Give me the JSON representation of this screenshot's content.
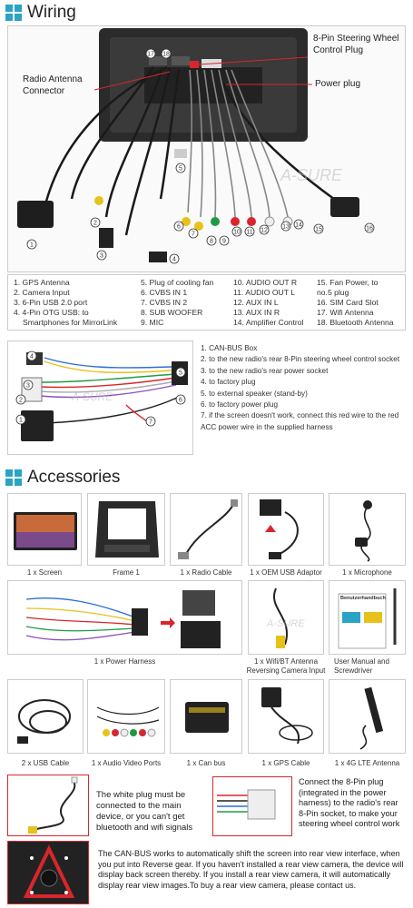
{
  "wiring": {
    "title": "Wiring",
    "labels": {
      "steering": "8-Pin Steering Wheel Control Plug",
      "antenna": "Radio Antenna Connector",
      "power": "Power plug"
    },
    "legend": [
      [
        "1. GPS Antenna",
        "2. Camera Input",
        "3. 6-Pin USB 2.0 port",
        "4. 4-Pin OTG USB: to",
        "Smartphones for MirrorLink"
      ],
      [
        "5. Plug of cooling fan",
        "6. CVBS IN 1",
        "7. CVBS IN 2",
        "8. SUB WOOFER",
        "9. MIC"
      ],
      [
        "10. AUDIO OUT R",
        "11. AUDIO OUT L",
        "12. AUX IN L",
        "13. AUX IN R",
        "14. Amplifier Control"
      ],
      [
        "15. Fan Power, to",
        "no.5 plug",
        "16. SIM Card Slot",
        "17. Wifi Antenna",
        "18. Bluetooth Antenna"
      ]
    ]
  },
  "harness_notes": [
    "1. CAN-BUS Box",
    "2. to the new radio's rear 8-Pin steering wheel control socket",
    "3. to the new radio's rear power socket",
    "4. to factory plug",
    "5. to external speaker (stand-by)",
    "6. to factory power plug",
    "7. if the screen doesn't work, connect this red wire to the red ACC power wire in the supplied harness"
  ],
  "accessories": {
    "title": "Accessories",
    "items": {
      "screen": "1 x Screen",
      "frame": "Frame 1",
      "radio_cable": "1 x Radio Cable",
      "usb_adaptor": "1 x OEM USB Adaptor",
      "microphone": "1 x Microphone",
      "power_harness": "1 x Power Harness",
      "wifi_bt": "1 x Wifi/BT Antenna",
      "reversing": "Reversing Camera Input",
      "manual": "User Manual and Screwdriver",
      "usb_cable": "2 x USB Cable",
      "av_ports": "1 x Audio Video Ports",
      "canbus": "1 x Can bus",
      "gps_cable": "1 x GPS Cable",
      "lte": "1 x 4G LTE Antenna"
    },
    "manual_book_text": "Benutzerhandbuch"
  },
  "notes": {
    "white_plug": "The white plug must be connected to the main device, or you can't get bluetooth and wifi signals",
    "connect_8pin": "Connect the 8-Pin plug (integrated in the power harness) to the radio's rear 8-Pin socket, to make your steering wheel control work",
    "canbus_reverse": "The CAN-BUS works to automatically shift the screen into rear view interface, when you put into Reverse gear. If you haven't installed a rear view camera, the device will display back screen thereby. If you install a rear view camera, it will automatically display rear view images.To buy a rear view camera, please contact us."
  },
  "watermark": "A-SURE",
  "colors": {
    "accent": "#2aa3c4",
    "unit": "#2b2b2b",
    "red": "#d8262c",
    "yellow": "#e7c21a",
    "green": "#1f9a43"
  }
}
